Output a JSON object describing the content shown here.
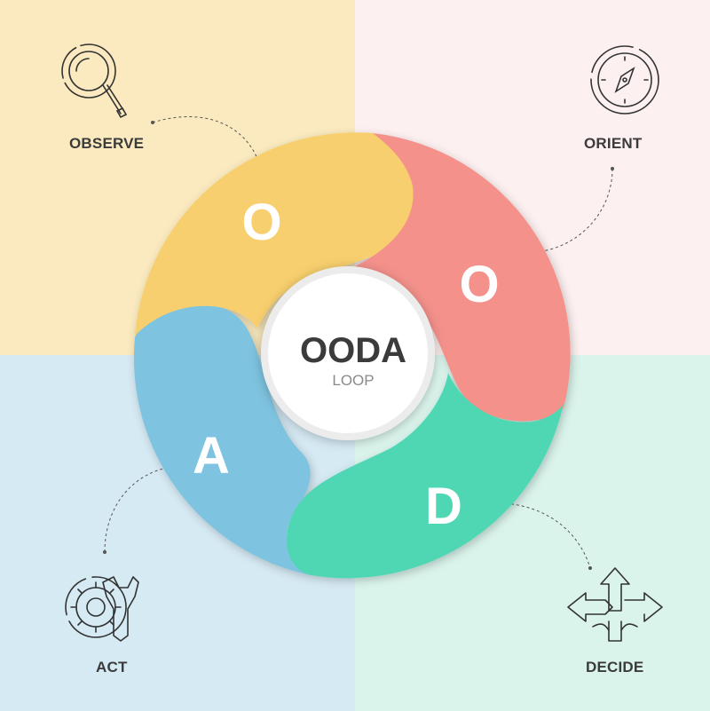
{
  "colors": {
    "observe_bg": "#fbeabf",
    "orient_bg": "#fdf0f0",
    "act_bg": "#d6eaf4",
    "decide_bg": "#daf4ec",
    "observe_seg": "#f8cf6e",
    "orient_seg": "#f4918b",
    "act_seg": "#7ec3e0",
    "decide_seg": "#4fd7b4",
    "text": "#3b3b3b"
  },
  "center": {
    "title": "OODA",
    "subtitle": "LOOP"
  },
  "stages": [
    {
      "key": "observe",
      "label": "OBSERVE",
      "letter": "O",
      "icon": "magnifier-icon"
    },
    {
      "key": "orient",
      "label": "ORIENT",
      "letter": "O",
      "icon": "compass-icon"
    },
    {
      "key": "decide",
      "label": "DECIDE",
      "letter": "D",
      "icon": "direction-arrows-icon"
    },
    {
      "key": "act",
      "label": "ACT",
      "letter": "A",
      "icon": "gear-wrench-icon"
    }
  ]
}
